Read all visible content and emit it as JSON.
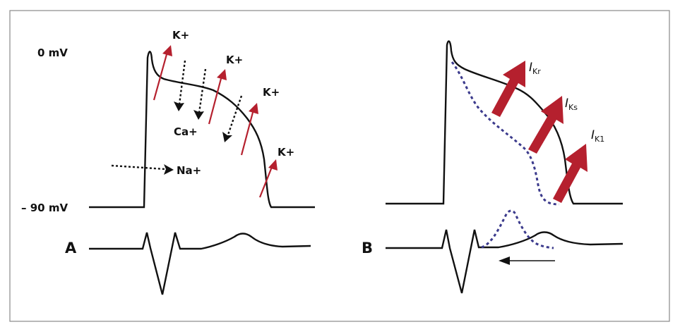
{
  "panel_a": {
    "label": "A",
    "voltage_top": "0 mV",
    "voltage_bottom": "– 90 mV",
    "ions": {
      "k1": "K+",
      "k2": "K+",
      "k3": "K+",
      "k4": "K+",
      "ca": "Ca+",
      "na": "Na+"
    }
  },
  "panel_b": {
    "label": "B",
    "currents": [
      {
        "italic": "I",
        "sub": "Kr"
      },
      {
        "italic": "I",
        "sub": "Ks"
      },
      {
        "italic": "I",
        "sub": "K1"
      }
    ]
  },
  "colors": {
    "arrow_red": "#b5202e",
    "dotted_blue": "#3b3a8c",
    "trace": "#111111",
    "frame": "#888888"
  }
}
